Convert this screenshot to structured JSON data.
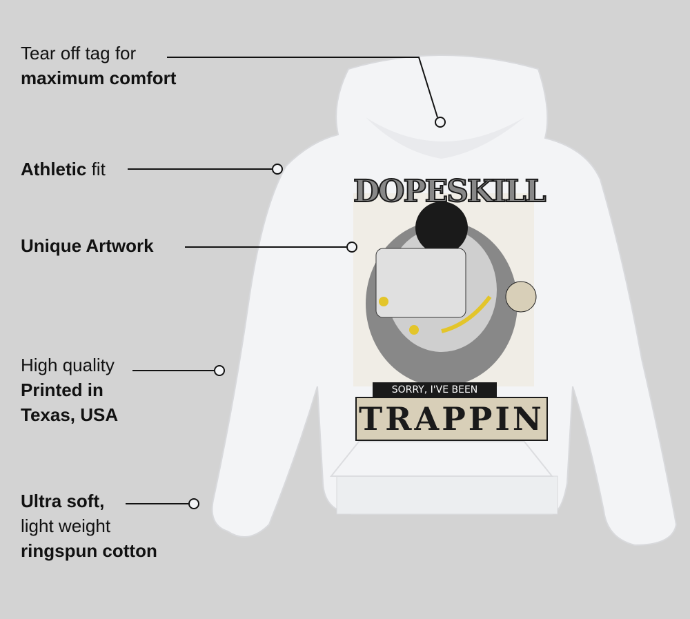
{
  "features": [
    {
      "lines": [
        {
          "text": "Tear off tag for",
          "bold": false
        },
        {
          "text": "maximum comfort",
          "bold": true
        }
      ]
    },
    {
      "lines": [
        {
          "text": "Athletic",
          "bold": true
        },
        {
          "text": " fit",
          "bold": false
        }
      ]
    },
    {
      "lines": [
        {
          "text": "Unique Artwork",
          "bold": true
        }
      ]
    },
    {
      "lines": [
        {
          "text": "High quality",
          "bold": false
        },
        {
          "text": "Printed in",
          "bold": true
        },
        {
          "text": "Texas, USA",
          "bold": true
        }
      ]
    },
    {
      "lines": [
        {
          "text": "Ultra soft,",
          "bold": true
        },
        {
          "text": "light weight",
          "bold": false
        },
        {
          "text": "ringspun cotton",
          "bold": true
        }
      ]
    }
  ],
  "artwork": {
    "brand": "DOPESKILL",
    "tagline": "SORRY, I'VE BEEN",
    "word": "TRAPPIN",
    "colors": {
      "accent": "#e3c52a",
      "dark": "#1a1a1a",
      "beige": "#d8cfb8"
    }
  },
  "colors": {
    "background": "#d3d3d3",
    "hoodie": "#f4f5f7",
    "callout_line": "#111111"
  }
}
